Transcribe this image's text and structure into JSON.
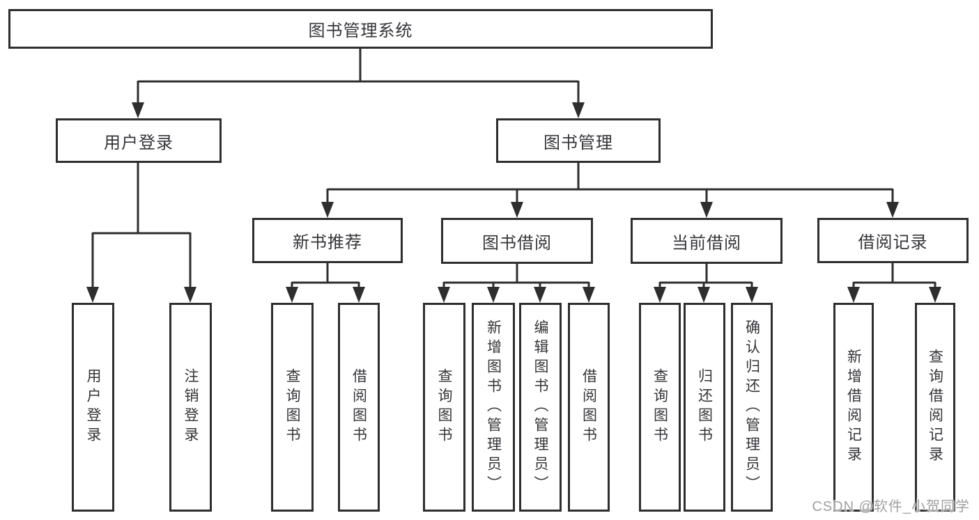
{
  "root": {
    "label": "图书管理系统"
  },
  "branches": [
    {
      "label": "用户登录",
      "children": [
        "用户登录",
        "注销登录"
      ]
    },
    {
      "label": "图书管理",
      "sections": [
        {
          "label": "新书推荐",
          "children": [
            "查询图书",
            "借阅图书"
          ]
        },
        {
          "label": "图书借阅",
          "children": [
            "查询图书",
            "新增图书（管理员）",
            "编辑图书（管理员）",
            "借阅图书"
          ]
        },
        {
          "label": "当前借阅",
          "children": [
            "查询图书",
            "归还图书",
            "确认归还（管理员）"
          ]
        },
        {
          "label": "借阅记录",
          "children": [
            "新增借阅记录",
            "查询借阅记录"
          ]
        }
      ]
    }
  ],
  "watermark": "CSDN @软件_小贺同学",
  "colors": {
    "line": "#2e2e2e",
    "text": "#35353a",
    "watermark": "#a0a0a0",
    "background": "#ffffff"
  }
}
